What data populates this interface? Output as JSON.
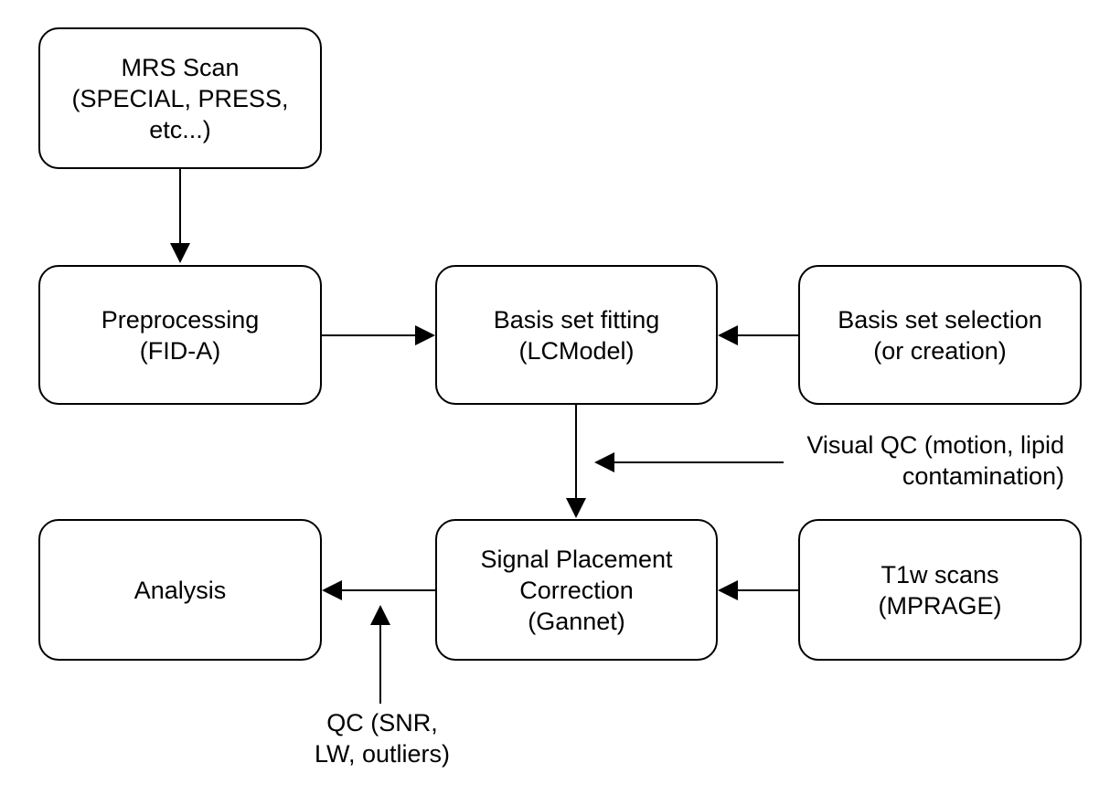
{
  "nodes": {
    "mrs_scan": "MRS Scan\n(SPECIAL, PRESS,\netc...)",
    "preprocessing": "Preprocessing\n(FID-A)",
    "basis_fitting": "Basis set fitting\n(LCModel)",
    "basis_selection": "Basis set selection\n(or creation)",
    "analysis": "Analysis",
    "signal_correction": "Signal Placement\nCorrection\n(Gannet)",
    "t1w_scans": "T1w scans\n(MPRAGE)"
  },
  "annotations": {
    "visual_qc": "Visual QC  (motion, lipid\ncontamination)",
    "qc": "QC (SNR,\nLW, outliers)"
  },
  "colors": {
    "stroke": "#000000",
    "fill": "#ffffff"
  }
}
